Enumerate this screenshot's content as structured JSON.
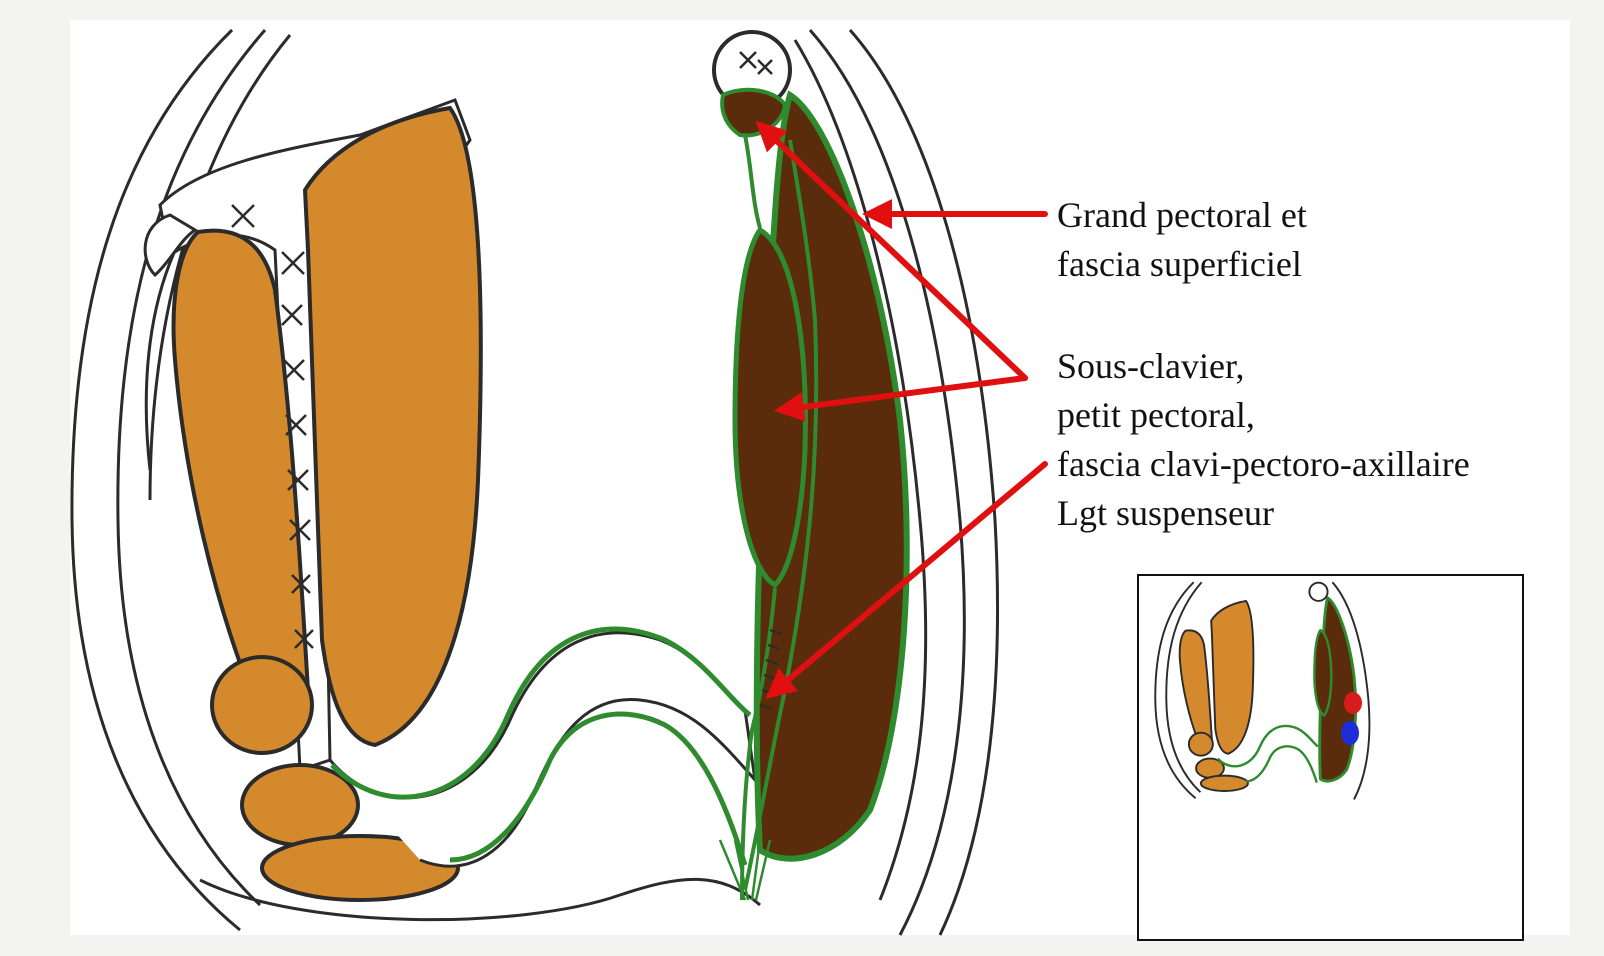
{
  "labels": {
    "grand_pectoral": {
      "line1": "Grand pectoral et",
      "line2": "fascia superficiel"
    },
    "deep_group": {
      "line1": "Sous-clavier,",
      "line2": "petit pectoral,",
      "line3": "fascia clavi-pectoro-axillaire",
      "line4": "Lgt suspenseur"
    }
  },
  "colors": {
    "background": "#f3f3f1",
    "panel": "#ffffff",
    "outline": "#2b2b2b",
    "light_muscle": "#d48a2c",
    "dark_muscle": "#5a2c0c",
    "fascia": "#2e8b2e",
    "arrow": "#e01010",
    "vessel_artery": "#d81c1c",
    "vessel_vein": "#1c2ed8"
  }
}
